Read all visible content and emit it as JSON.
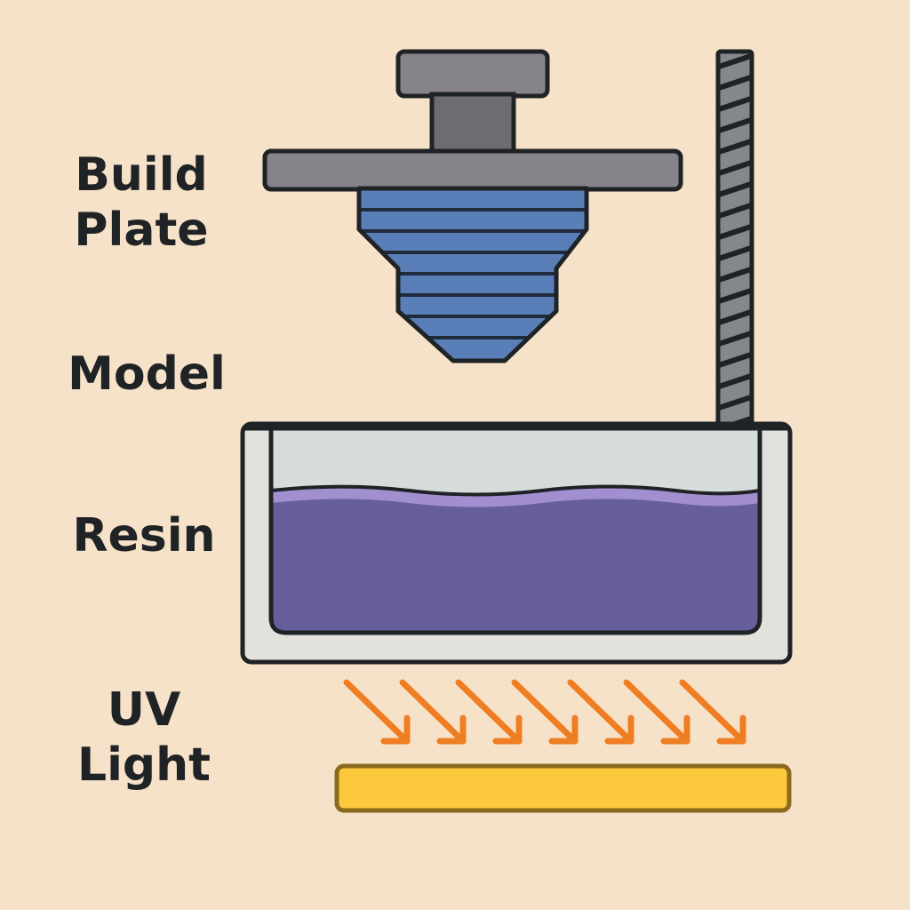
{
  "labels": {
    "build_plate": [
      "Build",
      "Plate"
    ],
    "model": "Model",
    "resin": "Resin",
    "uv_light": [
      "UV",
      "Light"
    ]
  },
  "colors": {
    "background": "#f6e2c8",
    "build_plate": "#86838a",
    "model": "#5a7fb8",
    "resin": "#665f9c",
    "resin_surface": "#a28fd0",
    "vat": "#e2e1dc",
    "vat_air": "#d6dcd9",
    "lead_screw": "#85888b",
    "uv_arrows": "#ef7d22",
    "uv_light": "#fcc93c",
    "outline": "#1f2326"
  },
  "icons": {
    "uv_arrow": "arrow-down-right-icon"
  }
}
